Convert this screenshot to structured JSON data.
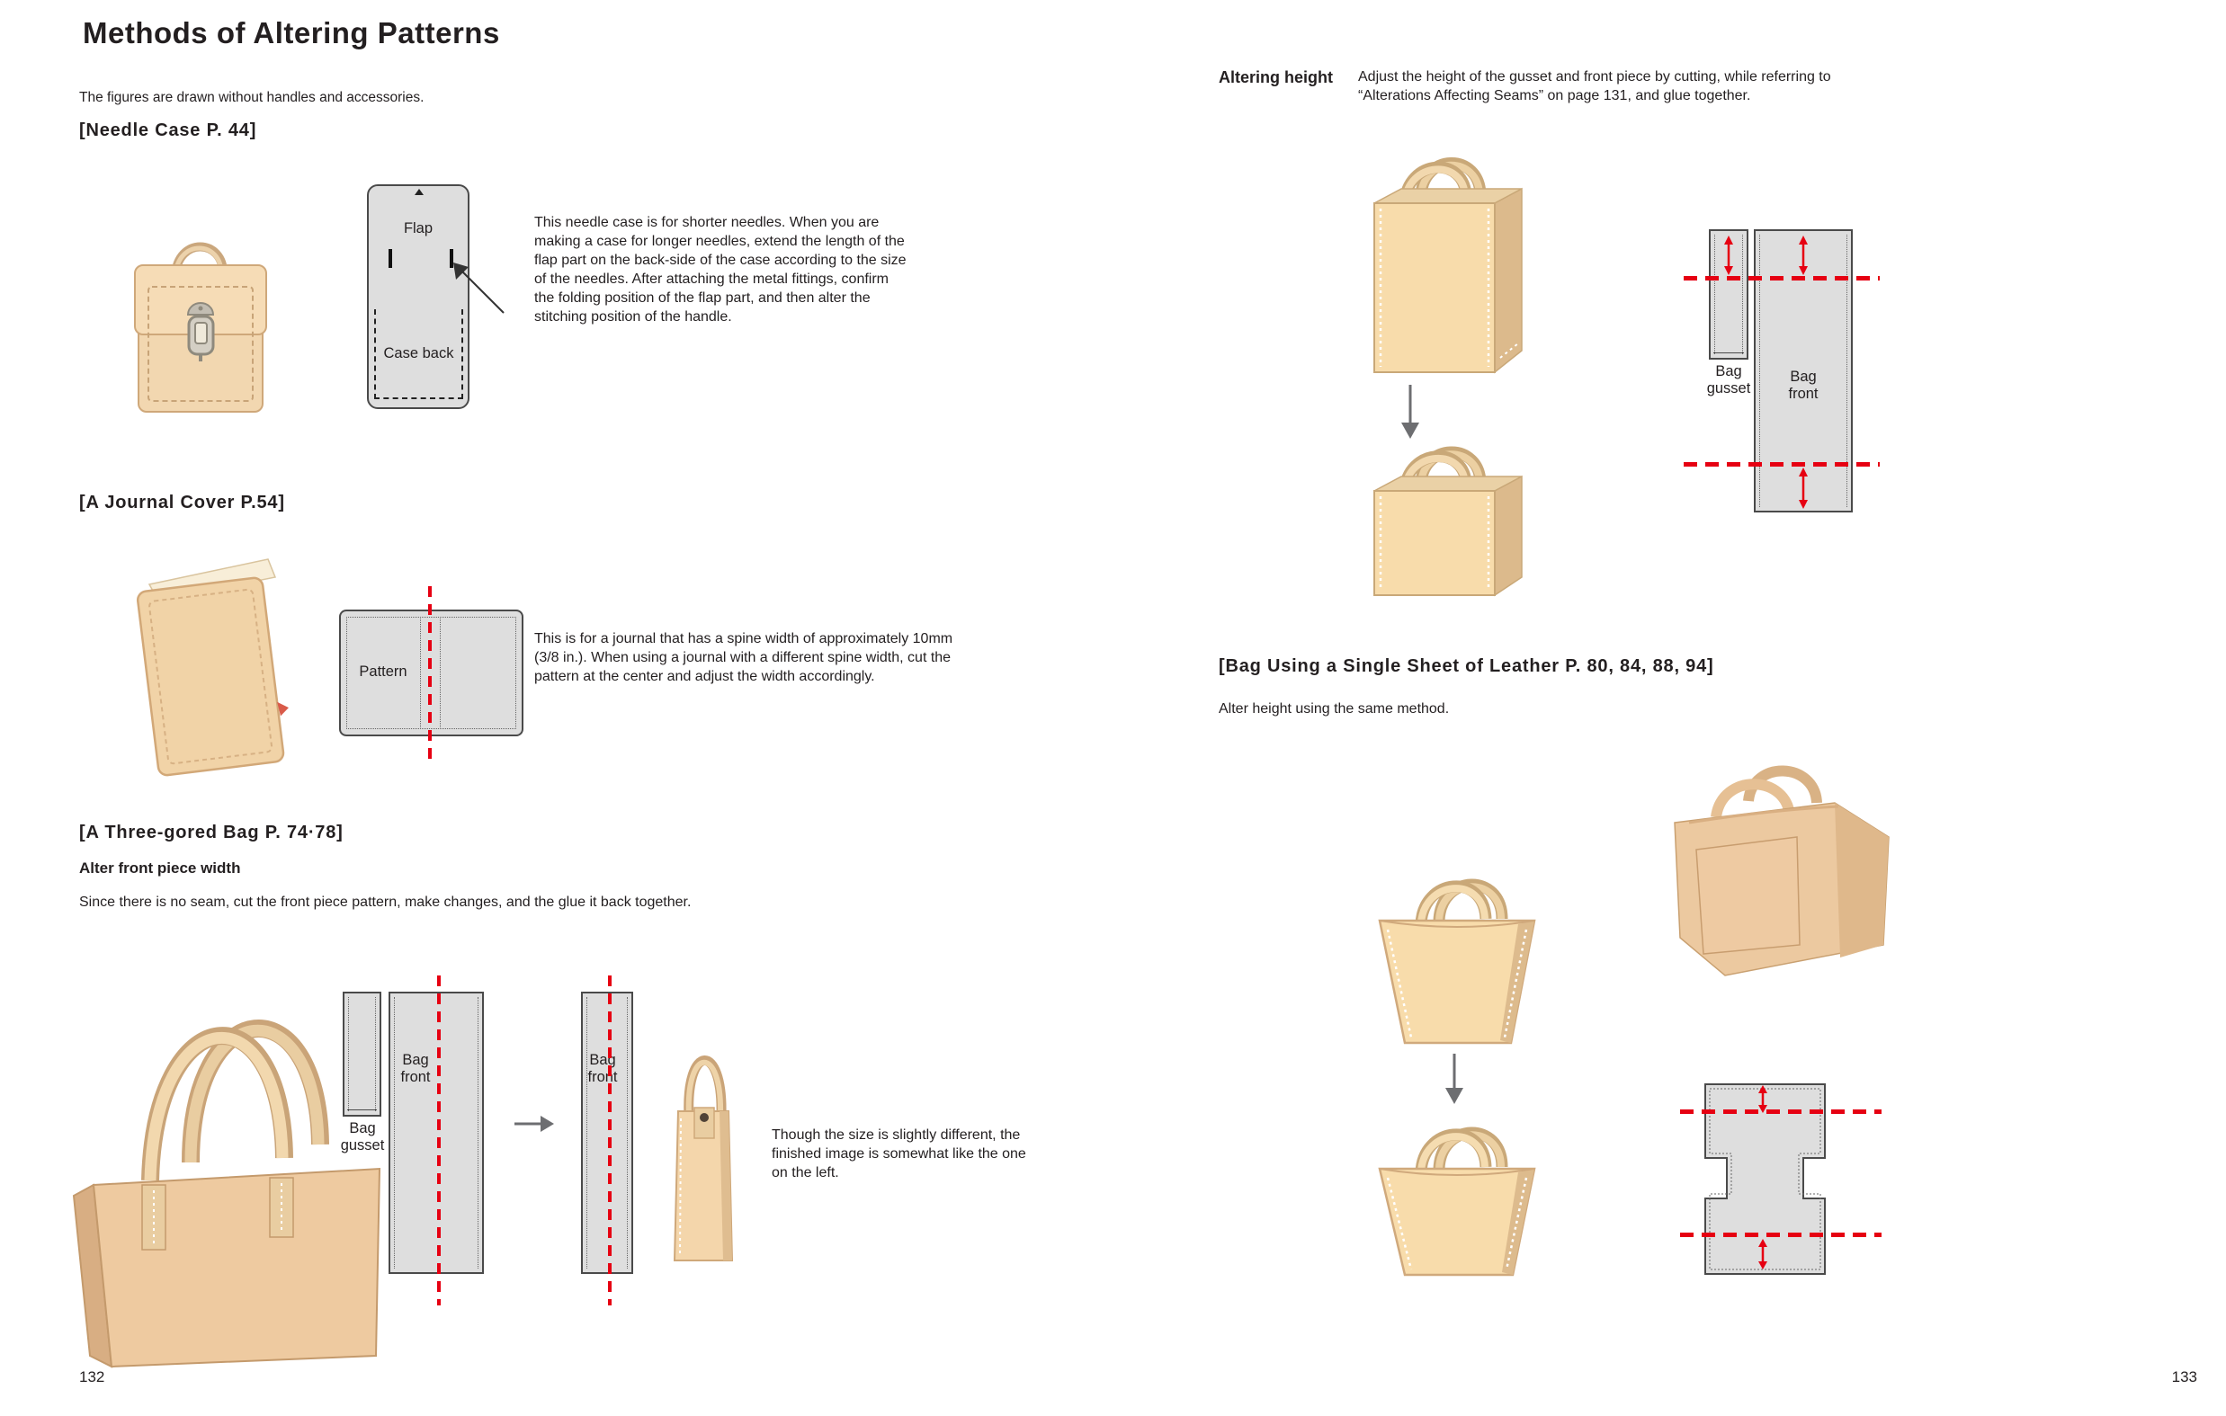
{
  "colors": {
    "text": "#231f20",
    "pattern_fill": "#dedede",
    "pattern_border": "#4a4a4a",
    "cut_line_red": "#e60012",
    "leather_light": "#f8dcab",
    "leather_mid": "#eecaa0",
    "leather_shade": "#ddbb8d",
    "leather_outline": "#c9a878",
    "arrow_gray": "#6d6e71"
  },
  "page_left": {
    "page_number": "132",
    "title": "Methods of Altering Patterns",
    "subtitle": "The figures are drawn without handles and accessories.",
    "needle_case": {
      "heading": "[Needle Case P. 44]",
      "flap_label": "Flap",
      "case_back_label": "Case back",
      "body": "This needle case is for shorter needles. When you are making a case for longer needles, extend the length of the flap part on the back-side of the case according to the size of the needles. After attaching the metal fittings, confirm the folding position of the flap part, and then alter the stitching position of the handle."
    },
    "journal_cover": {
      "heading": "[A Journal Cover P.54]",
      "pattern_label": "Pattern",
      "body": "This is for a journal that has a spine width of approximately 10mm (3/8 in.). When using a journal with a different spine width, cut the pattern at the center and adjust the width accordingly."
    },
    "three_gored_bag": {
      "heading": "[A Three-gored Bag P. 74·78]",
      "subheading": "Alter front piece width",
      "body": "Since there is no seam, cut the front piece pattern, make changes, and the glue it back together.",
      "bag_gusset_label": "Bag gusset",
      "bag_front_label_1": "Bag front",
      "bag_front_label_2": "Bag front",
      "caption": "Though the size is slightly different, the finished image is somewhat like the one on the left."
    }
  },
  "page_right": {
    "page_number": "133",
    "altering_height": {
      "heading": "Altering height",
      "body": "Adjust the height of the gusset and front piece by cutting, while referring to “Alterations Affecting Seams” on page 131, and glue together.",
      "bag_gusset_label": "Bag gusset",
      "bag_front_label": "Bag front"
    },
    "single_sheet_bag": {
      "heading": "[Bag Using a Single Sheet of Leather P. 80, 84, 88, 94]",
      "body": "Alter height using the same method."
    }
  }
}
